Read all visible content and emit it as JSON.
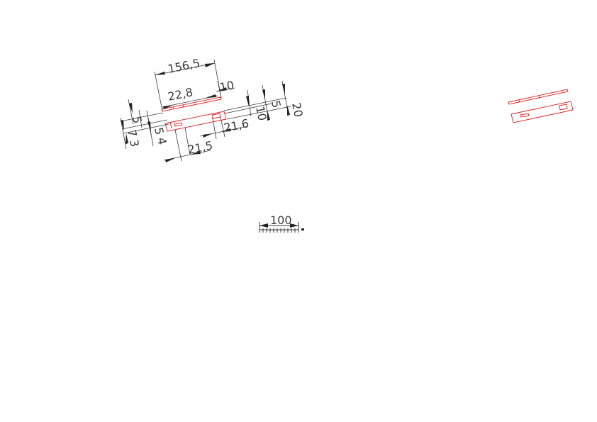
{
  "drawing": {
    "colors": {
      "dimension": "#3a3a3a",
      "part": "#e01b1b",
      "arrow": "#222222",
      "background": "#ffffff"
    },
    "dimensions": {
      "overall_length": "156,5",
      "slot_offset_top": "22,8",
      "end_length_top": "10",
      "slot_offset_bottom": "21,6",
      "bottom_offset": "21,5",
      "left_5": "5",
      "left_7": "7",
      "left_3": "3",
      "mid_5": "5",
      "mid_4": "4",
      "right_20": "20",
      "right_5": "5",
      "right_10": "10"
    },
    "scale_bar": {
      "label": "100"
    }
  }
}
